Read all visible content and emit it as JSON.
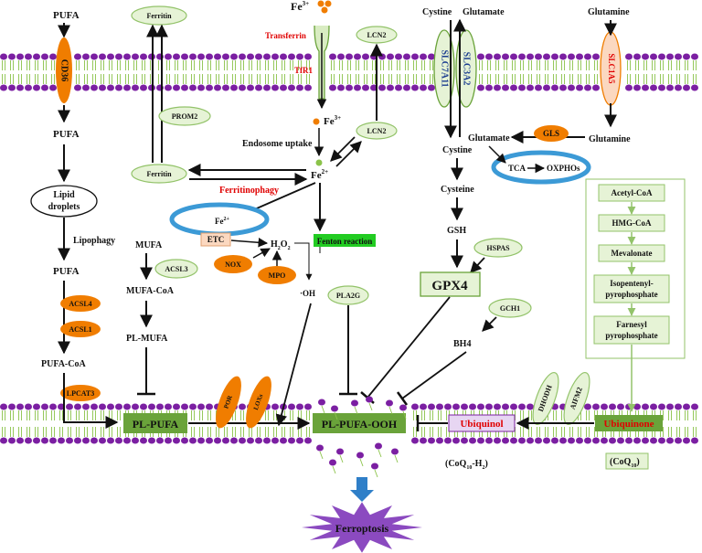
{
  "labels": {
    "pufa_top": "PUFA",
    "cd36": "CD36",
    "pufa_2": "PUFA",
    "lipid_droplets_1": "Lipid",
    "lipid_droplets_2": "droplets",
    "lipophagy": "Lipophagy",
    "pufa_3": "PUFA",
    "acsl4": "ACSL4",
    "acsl1": "ACSL1",
    "pufa_coa": "PUFA-CoA",
    "lpcat3": "LPCAT3",
    "ferritin_top": "Ferritin",
    "prom2": "PROM2",
    "ferritin_mid": "Ferritin",
    "fe3_top": "Fe",
    "fe3_top_sup": "3+",
    "transferrin": "Transferrin",
    "tfr1": "TfR1",
    "fe3_mid": "Fe",
    "fe3_mid_sup": "3+",
    "endosome_uptake": "Endosome  uptake",
    "fe2_main": "Fe",
    "fe2_main_sup": "2+",
    "ferritinophagy": "Ferritinophagy",
    "lcn2_top": "LCN2",
    "lcn2_mid": "LCN2",
    "fe2_mito": "Fe",
    "fe2_mito_sup": "2+",
    "etc": "ETC",
    "h2o2": "H",
    "h2o2_sub1": "2",
    "h2o2_o": "O",
    "h2o2_sub2": "2",
    "nox": "NOX",
    "mpo": "MPO",
    "fenton": "Fenton reaction",
    "oh": "·OH",
    "mufa": "MUFA",
    "acsl3": "ACSL3",
    "mufa_coa": "MUFA-CoA",
    "pl_mufa": "PL-MUFA",
    "pla2g": "PLA2G",
    "cystine_top": "Cystine",
    "glutamate_top": "Glutamate",
    "slc7a11": "SLC7A11",
    "slc3a2": "SLC3A2",
    "glutamine_top": "Glutamine",
    "slc1a5": "SLC1A5",
    "glutamine_mid": "Glutamine",
    "gls": "GLS",
    "glutamate_mid": "Glutamate",
    "cystine_mid": "Cystine",
    "tca": "TCA",
    "oxphos": "OXPHOs",
    "cysteine": "Cysteine",
    "gsh": "GSH",
    "hspas": "HSPAS",
    "gpx4": "GPX4",
    "gch1": "GCH1",
    "bh4": "BH4",
    "acetyl_coa": "Acetyl-CoA",
    "hmg_coa": "HMG-CoA",
    "mevalonate": "Mevalonate",
    "isopentenyl_1": "Isopentenyl-",
    "isopentenyl_2": "pyrophosphate",
    "farnesyl_1": "Farnesyl",
    "farnesyl_2": "pyrophosphate",
    "dhodh": "DHODH",
    "aifm2": "AIFM2",
    "por": "POR",
    "loxs": "LOXs",
    "pl_pufa": "PL-PUFA",
    "pl_pufa_ooh": "PL-PUFA-OOH",
    "ubiquinol": "Ubiquinol",
    "ubiquinone": "Ubiquinone",
    "coq10h2_a": "(CoQ",
    "coq10h2_sub": "10",
    "coq10h2_b": "-H",
    "coq10h2_sub2": "2",
    "coq10h2_c": ")",
    "coq10_a": "(CoQ",
    "coq10_sub": "10",
    "coq10_c": ")",
    "ferroptosis": "Ferroptosis"
  },
  "colors": {
    "membrane_head": "#7b1fa2",
    "membrane_tail": "#8bc34a",
    "enzyme_orange": "#f07d00",
    "pill_green_fill": "#e6f3d6",
    "pill_green_stroke": "#93c36a",
    "box_green": "#6aa33a",
    "fenton_green": "#22cc22",
    "mito_blue": "#3c9ad6",
    "ubiquinol_fill": "#e7d6f2",
    "red_text": "#e00000",
    "ferroptosis_purple": "#8b4ac0",
    "arrow_blue": "#2f7fc8"
  }
}
